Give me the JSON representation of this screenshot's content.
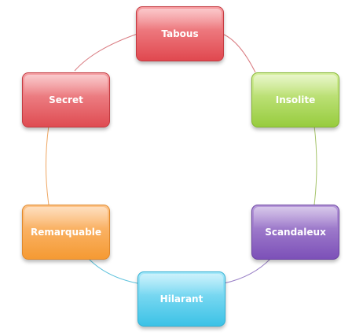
{
  "nodes": [
    {
      "id": "tabous",
      "label": "Tabous",
      "color_top": "#f79ca0",
      "color_bottom": "#e0484f",
      "border": "#c33a40"
    },
    {
      "id": "insolite",
      "label": "Insolite",
      "color_top": "#d6ef9e",
      "color_bottom": "#97cc3e",
      "border": "#84b532"
    },
    {
      "id": "scandaleux",
      "label": "Scandaleux",
      "color_top": "#b79ad9",
      "color_bottom": "#7c50b8",
      "border": "#6a42a2"
    },
    {
      "id": "hilarant",
      "label": "Hilarant",
      "color_top": "#a4e7f9",
      "color_bottom": "#3cc2e6",
      "border": "#2fb0d3"
    },
    {
      "id": "remarquable",
      "label": "Remarquable",
      "color_top": "#fdc48a",
      "color_bottom": "#f59a33",
      "border": "#e0882a"
    },
    {
      "id": "secret",
      "label": "Secret",
      "color_top": "#f5a0a4",
      "color_bottom": "#df4c52",
      "border": "#c33a40"
    }
  ]
}
